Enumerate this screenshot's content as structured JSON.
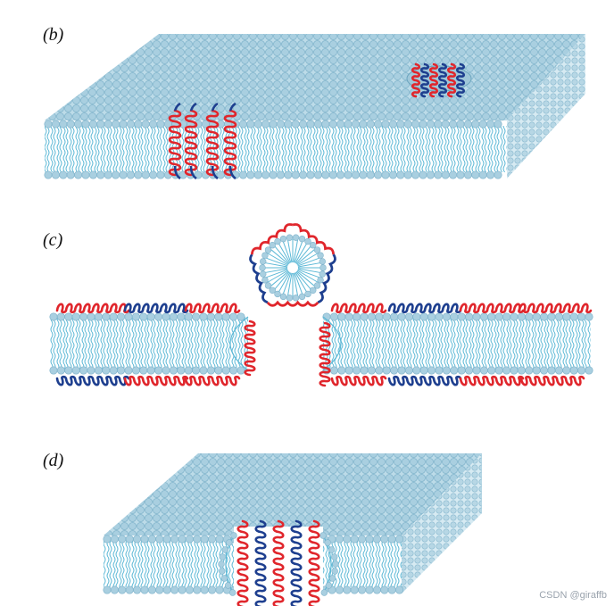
{
  "panels": {
    "b": {
      "label": "b"
    },
    "c": {
      "label": "c"
    },
    "d": {
      "label": "d"
    }
  },
  "watermark": "CSDN @giraffb",
  "colors": {
    "headgroup": "#a9cfe0",
    "headgroup_stroke": "#7fb3cb",
    "slab_top": "#c9e2ec",
    "tail": "#5bb8d6",
    "helix_red": "#e0262c",
    "helix_blue": "#1e3f8f",
    "background": "#ffffff"
  }
}
